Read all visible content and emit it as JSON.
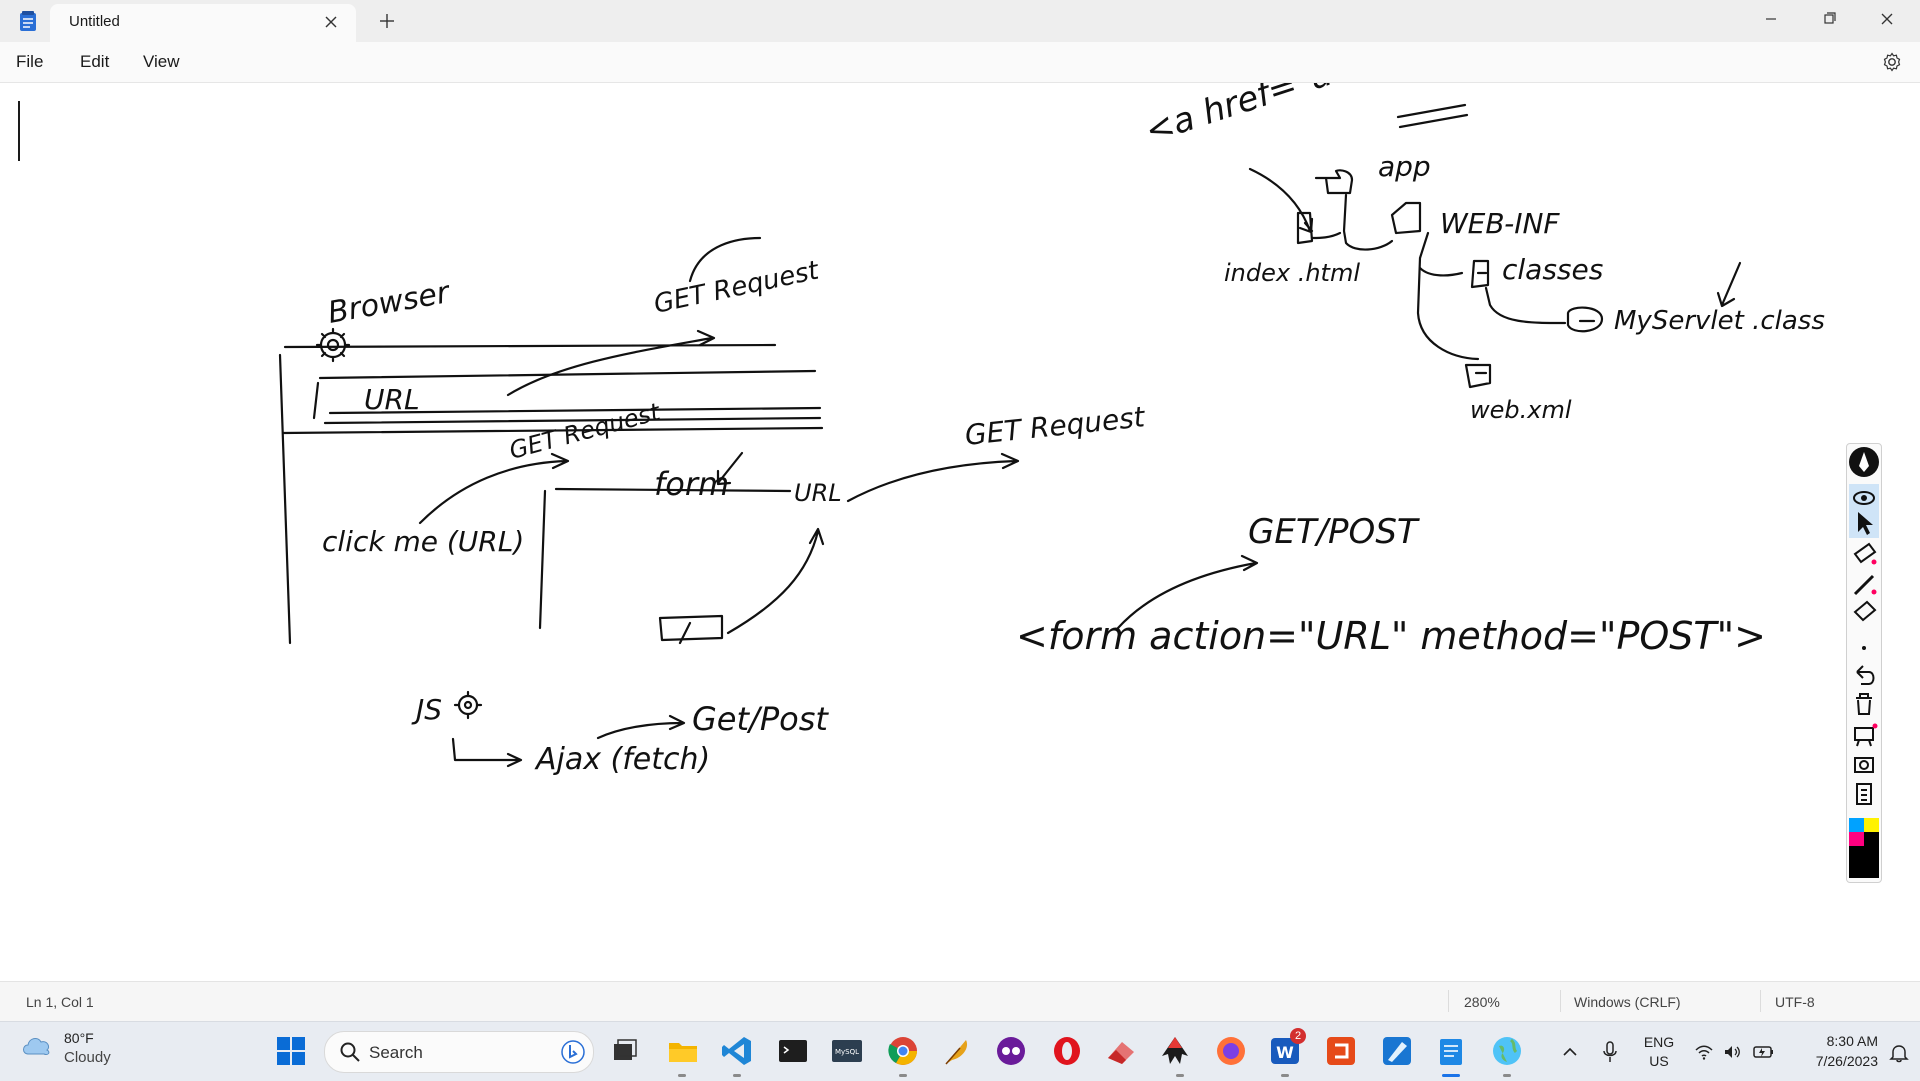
{
  "window": {
    "tab_title": "Untitled",
    "controls": [
      "minimize",
      "maximize",
      "close"
    ]
  },
  "menu": {
    "file": "File",
    "edit": "Edit",
    "view": "View"
  },
  "icons": {
    "app": "notepad-icon",
    "settings": "gear-icon",
    "new_tab": "plus-icon"
  },
  "handwriting": {
    "anchor_tag": "<a href=\"act.do\"> </a>",
    "browser_label": "Browser",
    "url_bar": "URL",
    "get_request_top": "GET Request",
    "get_request_mid": "GET Request",
    "get_request_right": "GET Request",
    "click_me": "click me (URL)",
    "form": "form",
    "url_mid": "URL",
    "js": "JS",
    "ajax": "Ajax (fetch)",
    "get_post_small": "Get/Post",
    "get_post_big": "GET/POST",
    "form_tag": "<form action=\"URL\" method=\"POST\">",
    "tree_app": "app",
    "tree_webinf": "WEB-INF",
    "tree_classes": "classes",
    "tree_servlet": "MyServlet .class",
    "tree_index": "index .html",
    "tree_webxml": "web.xml"
  },
  "ink_toolbar": {
    "tools": [
      "pen-icon",
      "eye-icon",
      "pointer-icon",
      "highlighter-icon",
      "ruler-pen-icon",
      "eraser-icon",
      "dot-icon",
      "undo-icon",
      "trash-icon",
      "whiteboard-icon",
      "camera-icon",
      "clipboard-icon",
      "palette-icon"
    ],
    "palette": [
      "#00a2ff",
      "#fff200",
      "#ff0080",
      "#000000"
    ]
  },
  "status": {
    "position": "Ln 1, Col 1",
    "zoom": "280%",
    "line_endings": "Windows (CRLF)",
    "encoding": "UTF-8"
  },
  "taskbar": {
    "weather_temp": "80°F",
    "weather_cond": "Cloudy",
    "search_label": "Search",
    "apps": [
      "windows-start-icon",
      "task-view-icon",
      "file-explorer-icon",
      "vscode-icon",
      "terminal-icon",
      "mysql-icon",
      "chrome-icon",
      "feather-icon",
      "vpn-icon",
      "opera-icon",
      "eraser-app-icon",
      "inkscape-icon",
      "firefox-icon",
      "word-icon",
      "app-red-icon",
      "paint-icon",
      "notepad-icon",
      "globe-icon"
    ],
    "word_badge": "2",
    "lang_top": "ENG",
    "lang_bottom": "US",
    "time": "8:30 AM",
    "date": "7/26/2023"
  }
}
